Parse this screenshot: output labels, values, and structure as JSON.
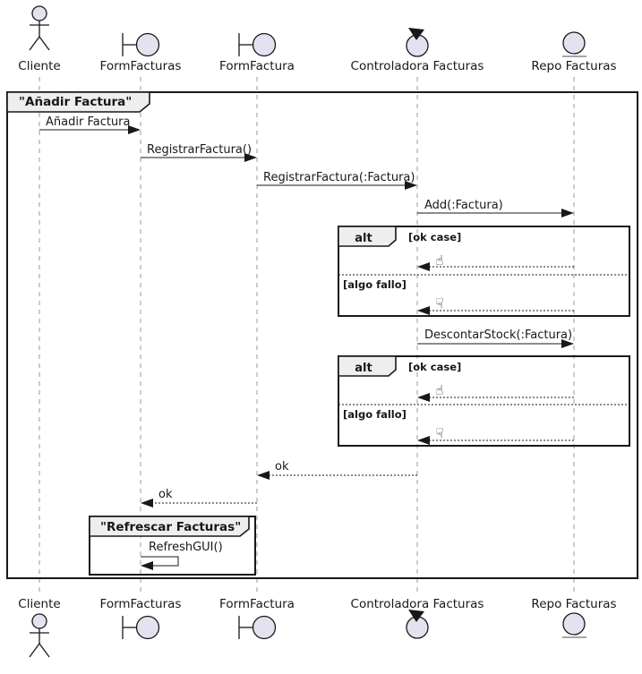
{
  "colors": {
    "stroke": "#181818",
    "participant_fill": "#E2E2F0",
    "frame_tab_fill": "#EEEEEE",
    "lifeline": "#999999",
    "background": "#FFFFFF"
  },
  "diagram": {
    "kind": "uml-sequence-diagram",
    "outer_frame_title": "\"Añadir Factura\"",
    "inner_frame_title": "\"Refrescar Facturas\"",
    "participants": [
      {
        "name": "Cliente",
        "kind": "actor"
      },
      {
        "name": "FormFacturas",
        "kind": "boundary"
      },
      {
        "name": "FormFactura",
        "kind": "boundary"
      },
      {
        "name": "Controladora Facturas",
        "kind": "control"
      },
      {
        "name": "Repo Facturas",
        "kind": "entity"
      }
    ],
    "messages": [
      {
        "label": "Añadir Factura",
        "from": "Cliente",
        "to": "FormFacturas",
        "style": "solid"
      },
      {
        "label": "RegistrarFactura()",
        "from": "FormFacturas",
        "to": "FormFactura",
        "style": "solid"
      },
      {
        "label": "RegistrarFactura(:Factura)",
        "from": "FormFactura",
        "to": "Controladora Facturas",
        "style": "solid"
      },
      {
        "label": "Add(:Factura)",
        "from": "Controladora Facturas",
        "to": "Repo Facturas",
        "style": "solid"
      },
      {
        "glyph": "☝",
        "icon": "thumbs-up-icon",
        "from": "Repo Facturas",
        "to": "Controladora Facturas",
        "style": "dashed"
      },
      {
        "glyph": "☟",
        "icon": "thumbs-down-icon",
        "from": "Repo Facturas",
        "to": "Controladora Facturas",
        "style": "dashed"
      },
      {
        "label": "DescontarStock(:Factura)",
        "from": "Controladora Facturas",
        "to": "Repo Facturas",
        "style": "solid"
      },
      {
        "glyph": "☝",
        "icon": "thumbs-up-icon",
        "from": "Repo Facturas",
        "to": "Controladora Facturas",
        "style": "dashed"
      },
      {
        "glyph": "☟",
        "icon": "thumbs-down-icon",
        "from": "Repo Facturas",
        "to": "Controladora Facturas",
        "style": "dashed"
      },
      {
        "label": "ok",
        "from": "Controladora Facturas",
        "to": "FormFactura",
        "style": "dashed"
      },
      {
        "label": "ok",
        "from": "FormFactura",
        "to": "FormFacturas",
        "style": "dashed"
      },
      {
        "label": "RefreshGUI()",
        "from": "FormFacturas",
        "to": "FormFacturas",
        "style": "self"
      }
    ],
    "alt_blocks": [
      {
        "operator": "alt",
        "guards": [
          "[ok case]",
          "[algo fallo]"
        ]
      },
      {
        "operator": "alt",
        "guards": [
          "[ok case]",
          "[algo fallo]"
        ]
      }
    ]
  }
}
